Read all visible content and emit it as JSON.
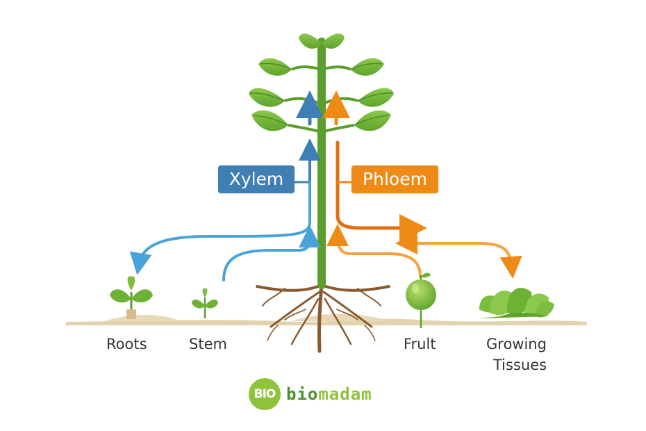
{
  "labels": {
    "xylem": "Xylem",
    "phloem": "Phloem",
    "roots": "Roots",
    "stem": "Stem",
    "fruit": "Frult",
    "growing_tissues_line1": "Growing",
    "growing_tissues_line2": "Tissues"
  },
  "logo": {
    "badge": "BIO",
    "text_part1": "bio",
    "text_part2": "madam"
  },
  "colors": {
    "xylem": "#3f7fb4",
    "xylem_arrow": "#4aa3d8",
    "phloem": "#f08a17",
    "stem": "#5c9e2e",
    "leaf": "#7cbd3f",
    "soil": "#e3d2ae",
    "roots": "#8a5a2f",
    "brand_dark": "#4d8f2b",
    "brand_light": "#8fc33a"
  }
}
